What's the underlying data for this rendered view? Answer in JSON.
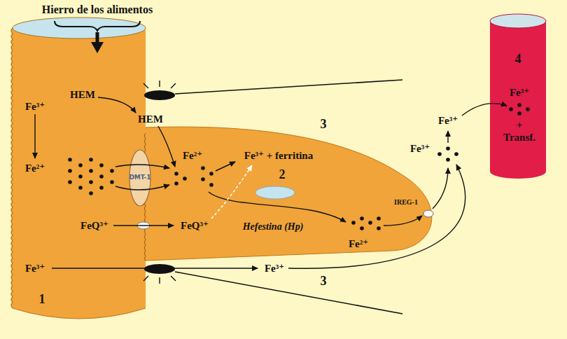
{
  "diagram": {
    "nodes": [
      {
        "text": [
          "HEM",
          "Fe³⁺",
          "HEM",
          "Fe³⁺ + ferritina",
          "Fe²⁺",
          "Fe²⁺",
          "2",
          "DMT-1",
          "IREG-1",
          "FeQ³⁺",
          "FeQ³⁺",
          "Hefestina (Hp)",
          "Fe²⁺",
          "Fe³⁺",
          "1"
        ]
      },
      {
        "text": [
          "4",
          "Fe³⁺",
          "+",
          "Transf."
        ]
      }
    ],
    "labels": [
      "Hierro de los alimentos",
      "3",
      "Fe³⁺",
      "Fe³⁺",
      "Fe³⁺",
      "3"
    ]
  }
}
